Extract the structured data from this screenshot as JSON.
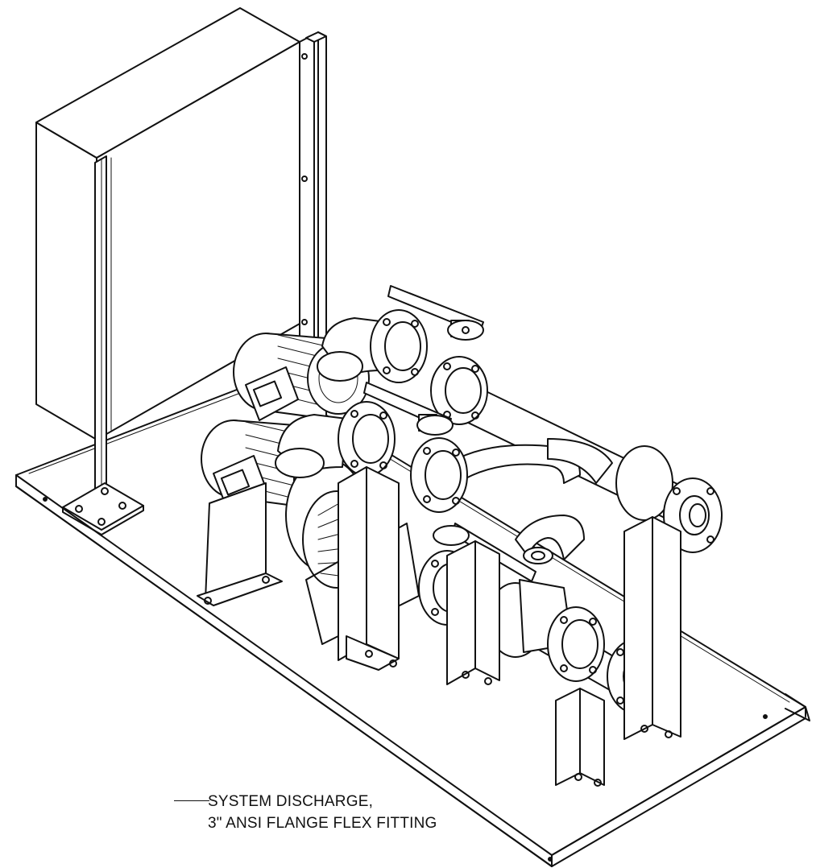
{
  "drawing": {
    "subject": "skid-mounted dual pump booster package with control panel, flanged valves and piping",
    "colors": {
      "line": "#111111",
      "background": "#ffffff"
    }
  },
  "callouts": [
    {
      "line1": "SYSTEM DISCHARGE,",
      "line2": "3\" ANSI FLANGE FLEX FITTING"
    }
  ]
}
